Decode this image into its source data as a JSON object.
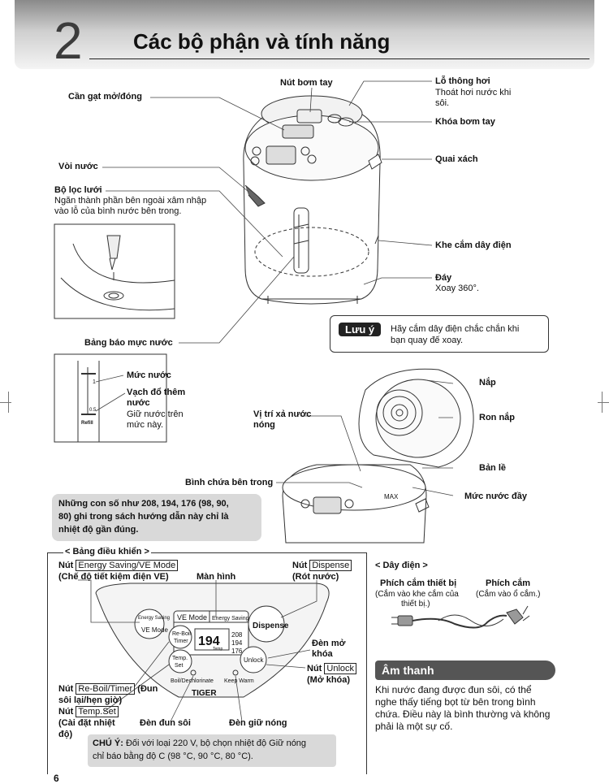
{
  "header": {
    "chapter_number": "2",
    "title": "Các bộ phận và tính năng"
  },
  "labels": {
    "manual_pump": "Nút bơm tay",
    "lever": "Cần gạt mở/đóng",
    "vent": "Lỗ thông hơi",
    "vent_desc_1": "Thoát hơi nước khi",
    "vent_desc_2": "sôi.",
    "pump_lock": "Khóa bơm tay",
    "nozzle": "Vòi nước",
    "handle": "Quai xách",
    "filter": "Bộ lọc lưới",
    "filter_desc_1": "Ngăn thành phần bên ngoài xâm nhập",
    "filter_desc_2": "vào lỗ của bình nước bên trong.",
    "cord_socket": "Khe cắm dây điện",
    "base": "Đáy",
    "base_desc": "Xoay 360°.",
    "water_gauge": "Bảng báo mực nước",
    "water_level": "Mức nước",
    "refill_mark_1": "Vạch đổ thêm",
    "refill_mark_2": "nước",
    "refill_desc_1": "Giữ nước trên",
    "refill_desc_2": "mức này.",
    "gauge_num": "1",
    "gauge_05": "0.5",
    "gauge_refill": "Refill",
    "lid": "Nắp",
    "lid_gasket": "Ron nắp",
    "steam_pos_1": "Vị trí xả nước",
    "steam_pos_2": "nóng",
    "hinge": "Bản lề",
    "inner_container": "Bình chứa bên trong",
    "full_level": "Mức nước đầy",
    "max_text": "MAX"
  },
  "note": {
    "tag": "Lưu ý",
    "line1": "Hãy cắm dây điện chắc chắn khi",
    "line2": "bạn quay đế xoay."
  },
  "info_box": {
    "line1": "Những con số như 208, 194, 176 (98, 90,",
    "line2": "80) ghi trong sách hướng dẫn này chỉ là",
    "line3": "nhiệt độ gần đúng."
  },
  "control_panel": {
    "heading": "< Bảng điều khiển >",
    "nut": "Nút",
    "energy_btn": "Energy Saving/VE Mode",
    "energy_desc": "(Chế độ tiết kiệm điện VE)",
    "screen": "Màn hình",
    "dispense_btn": "Dispense",
    "dispense_desc": "(Rót nước)",
    "unlock_lamp_1": "Đèn mở",
    "unlock_lamp_2": "khóa",
    "unlock_btn": "Unlock",
    "unlock_desc": "(Mở khóa)",
    "reboil_btn": "Re-Boil/Timer",
    "reboil_desc_1": "(Đun",
    "reboil_desc_2": "sôi lại/hẹn giờ)",
    "tempset_btn": "Temp.Set",
    "tempset_desc_1": "(Cài đặt nhiệt",
    "tempset_desc_2": "độ)",
    "boil_lamp": "Đèn đun sôi",
    "keepwarm_lamp": "Đèn giữ nóng",
    "panel_ve_mode": "VE Mode",
    "panel_energy": "Energy Saving",
    "panel_display_value": "194",
    "panel_temp": "Temp",
    "panel_208": "208",
    "panel_194": "194",
    "panel_176": "176",
    "panel_btn_energy_1": "Energy Saving",
    "panel_btn_energy_2": "VE Mode",
    "panel_btn_reboil_1": "Re-Boil",
    "panel_btn_reboil_2": "Timer",
    "panel_btn_temp_1": "Temp.",
    "panel_btn_temp_2": "Set",
    "panel_btn_dispense": "Dispense",
    "panel_btn_unlock": "Unlock",
    "panel_boil": "Boil/Dechlorinate",
    "panel_keepwarm": "Keep Warm",
    "panel_brand": "TIGER"
  },
  "caution": {
    "prefix": "CHÚ Ý:",
    "line1": " Đối với loại 220 V, bộ chọn nhiệt độ Giữ nóng",
    "line2": "chỉ báo bằng độ C (98 °C, 90 °C, 80 °C)."
  },
  "cord": {
    "heading": "< Dây điện >",
    "appliance_plug": "Phích cắm thiết bị",
    "appliance_desc_1": "(Cắm vào khe cắm của",
    "appliance_desc_2": "thiết bị.)",
    "wall_plug": "Phích cắm",
    "wall_desc": "(Cắm vào ổ cắm.)"
  },
  "sound": {
    "heading": "Âm thanh",
    "line1": "Khi nước đang được đun sôi, có thể",
    "line2": "nghe thấy tiếng bọt từ bên trong bình",
    "line3": "chứa. Điều này là bình thường và không",
    "line4": "phải là một sự cố."
  },
  "page_number": "6"
}
